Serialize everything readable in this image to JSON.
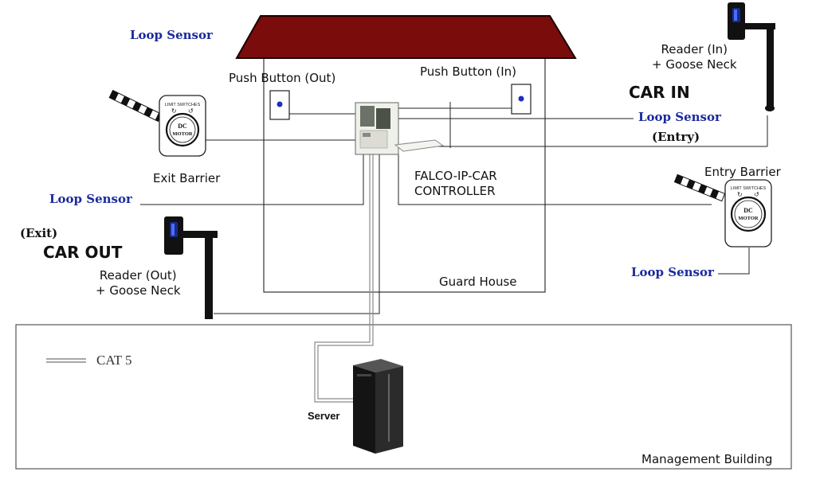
{
  "labels": {
    "loop_sensor_exit_top": "Loop Sensor",
    "push_button_out": "Push Button (Out)",
    "push_button_in": "Push Button (In)",
    "reader_in": [
      "Reader (In)",
      "+ Goose Neck"
    ],
    "car_in": "CAR IN",
    "loop_sensor_entry_top": "Loop Sensor",
    "entry_tag": "(Entry)",
    "exit_barrier": "Exit Barrier",
    "controller": [
      "FALCO-IP-CAR",
      "CONTROLLER"
    ],
    "entry_barrier": "Entry Barrier",
    "loop_sensor_exit_bottom": "Loop Sensor",
    "exit_tag": "(Exit)",
    "car_out": "CAR OUT",
    "reader_out": [
      "Reader (Out)",
      "+ Goose Neck"
    ],
    "guard_house": "Guard House",
    "loop_sensor_entry_bottom": "Loop Sensor",
    "cat5_legend": "CAT 5",
    "server": "Server",
    "management_building": "Management Building"
  },
  "motor": {
    "limit_switches": "LIMIT SWITCHES",
    "dc": "DC",
    "motor": "MOTOR"
  },
  "colors": {
    "roof": "#7a0c0c",
    "loop_sensor_text": "#1b2a9c",
    "button_dot": "#1f2fb8",
    "cable": "#222222",
    "cat5": "#8a8a8a"
  }
}
